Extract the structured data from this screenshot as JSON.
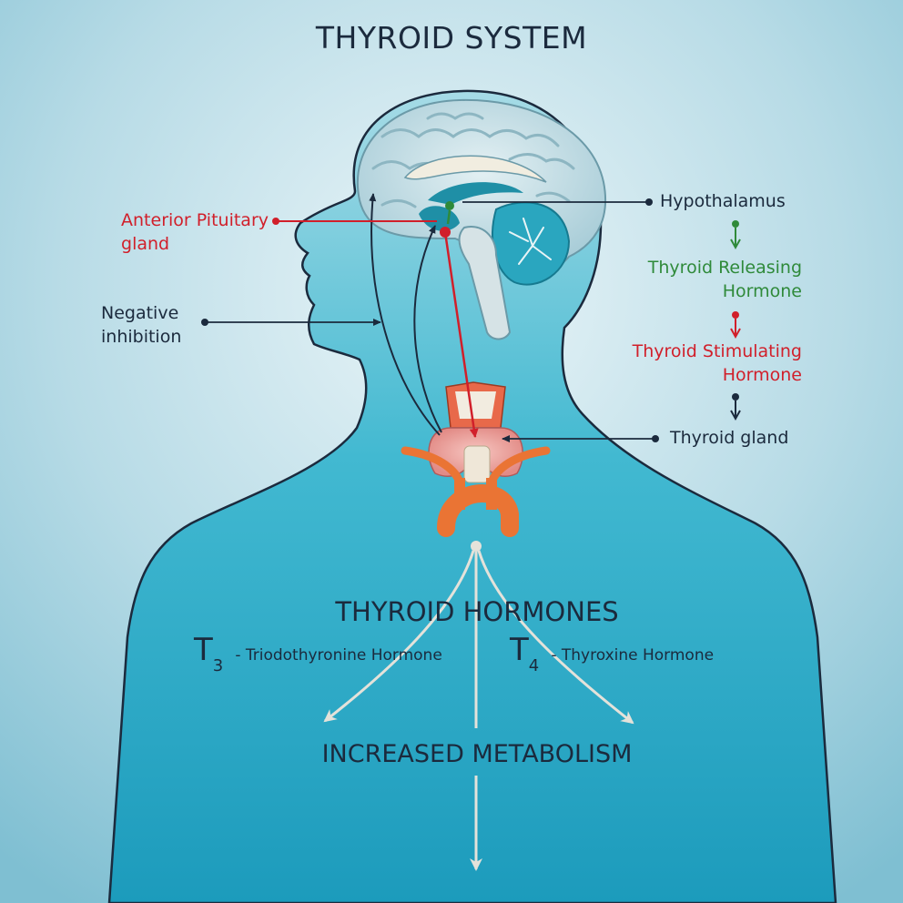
{
  "title": "THYROID SYSTEM",
  "labels": {
    "anterior_pituitary": [
      "Anterior Pituitary",
      "gland"
    ],
    "negative_inhibition": [
      "Negative",
      "inhibition"
    ],
    "hypothalamus": "Hypothalamus",
    "trh": [
      "Thyroid Releasing",
      "Hormone"
    ],
    "tsh": [
      "Thyroid Stimulating",
      "Hormone"
    ],
    "thyroid_gland": "Thyroid gland"
  },
  "hormones": {
    "heading": "THYROID HORMONES",
    "t3": {
      "symbol": "T",
      "subscript": "3",
      "description": "- Triodothyronine Hormone"
    },
    "t4": {
      "symbol": "T",
      "subscript": "4",
      "description": "- Thyroxine Hormone"
    }
  },
  "result": "INCREASED METABOLISM",
  "colors": {
    "background": "#cfe6ee",
    "body": "#2faec8",
    "outline": "#1b2a3d",
    "red": "#d11f2a",
    "green": "#2f8a3a",
    "flow_arrows": "#e4e2da",
    "thyroid_cartilage": "#e8694a",
    "aorta": "#ea7434",
    "brain": "#c7dfe6"
  }
}
